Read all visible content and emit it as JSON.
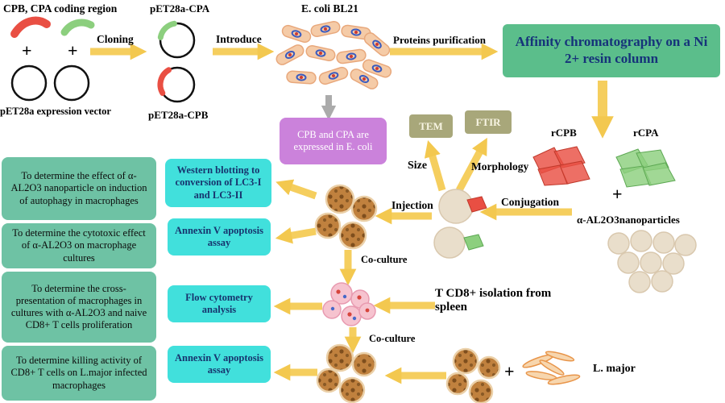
{
  "palette": {
    "arrow_yellow": "#F5CE5E",
    "arrow_gray": "#ABABAB",
    "affinity_box_bg": "#5BBE8B",
    "affinity_text": "#16337A",
    "expressed_box_bg": "#CB82DB",
    "aim_box_bg": "#6EC2A4",
    "assay_box_bg": "#41E0DC",
    "assay_text": "#17346E",
    "instrument_box_bg": "#A8A77A",
    "cpb_red": "#E94F43",
    "cpa_green": "#8CCF7E",
    "nanoparticle_beige": "#E9DECB",
    "macrophage_brown": "#C0813E",
    "tcell_pink": "#F6C3CF",
    "lmajor_orange": "#E8954A"
  },
  "shapes": {
    "cpb_coding": "red CPB coding region ribbon",
    "cpa_coding": "green CPA coding region ribbon",
    "vectors": "pET28a empty plasmid circles",
    "plasmid_cpa": "pET28a-CPA plasmid with green insert",
    "plasmid_cpb": "pET28a-CPB plasmid with red insert",
    "bacteria": "E. coli BL21 cells",
    "rcpb_crystals": "recombinant CPB protein crystals (red)",
    "rcpa_crystals": "recombinant CPA protein crystals (green)",
    "nanoparticles": "alumina nanoparticle spheres",
    "conjugate": "nanoparticle-protein conjugates",
    "macrophages": "macrophage cells (spotted brown)",
    "t_cells": "CD8+ T cell / macrophage co-culture (pink)",
    "lmajor_parasites": "L. major promastigotes (orange)"
  },
  "top": {
    "coding_region_label": "CPB, CPA coding region",
    "plus": "+",
    "vector_label": "pET28a expression vector",
    "cloning_label": "Cloning",
    "pet28a_cpa_label": "pET28a-CPA",
    "pet28a_cpb_label": "pET28a-CPB",
    "introduce_label": "Introduce",
    "ecoli_label": "E. coli BL21",
    "purification_label": "Proteins purification",
    "affinity_label": "Affinity chromatography on a Ni 2+ resin column"
  },
  "middle": {
    "expressed_label": "CPB and CPA are expressed in E. coli",
    "tem_label": "TEM",
    "ftir_label": "FTIR",
    "size_label": "Size",
    "morphology_label": "Morphology",
    "rcpb_label": "rCPB",
    "rcpa_label": "rCPA",
    "plus": "+",
    "nanoparticles_label": "α-AL2O3nanoparticles",
    "conjugation_label": "Conjugation",
    "injection_label": "Injection",
    "coculture1_label": "Co-culture",
    "coculture2_label": "Co-culture",
    "tcd8_label": "T CD8+ isolation from spleen",
    "plus2": "+",
    "lmajor_label": "L. major"
  },
  "aims": [
    {
      "text": "To determine the effect of α-AL2O3 nanoparticle on induction of autophagy in macrophages"
    },
    {
      "text": "To determine the cytotoxic effect of α-AL2O3 on macrophage cultures"
    },
    {
      "text": "To determine the cross-presentation of macrophages in cultures with α-AL2O3 and naive CD8+ T cells proliferation"
    },
    {
      "text": "To determine killing activity of CD8+ T cells on L.major infected macrophages"
    }
  ],
  "assays": [
    {
      "text": "Western blotting to conversion of LC3-I and LC3-II"
    },
    {
      "text": "Annexin V apoptosis assay"
    },
    {
      "text": "Flow cytometry analysis"
    },
    {
      "text": "Annexin V apoptosis assay"
    }
  ]
}
